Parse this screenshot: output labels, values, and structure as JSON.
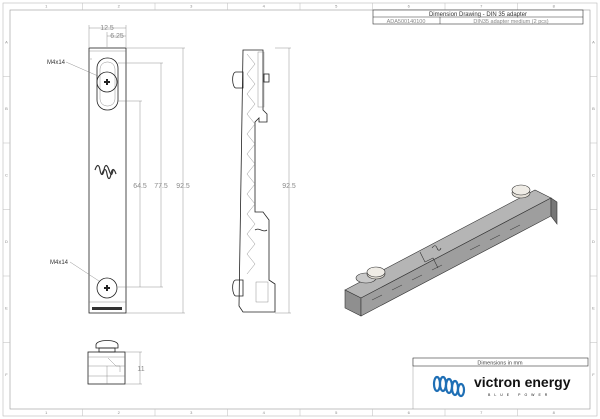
{
  "title_block": {
    "title": "Dimension Drawing - DIN 35 adapter",
    "part_number": "ADA500140100",
    "description": "DIN35 adapter medium (2 pcs)"
  },
  "units_note": "Dimensions in mm",
  "logo": {
    "brand": "victron energy",
    "tagline": "BLUE POWER",
    "color": "#1f6fb5"
  },
  "zones": {
    "columns": [
      "1",
      "2",
      "3",
      "4",
      "5",
      "6",
      "7",
      "8"
    ],
    "rows": [
      "A",
      "B",
      "C",
      "D",
      "E",
      "F"
    ]
  },
  "front_view": {
    "width_dim": "12.5",
    "half_width_dim": "6.25",
    "screw_top_label": "M4x14",
    "screw_bottom_label": "M4x14",
    "dims": [
      "64.5",
      "77.5",
      "92.5"
    ]
  },
  "side_view": {
    "height_dim": "92.5"
  },
  "bottom_view": {
    "height_dim": "11"
  },
  "colors": {
    "line": "#222222",
    "dimension": "#8a8a8a",
    "part_3d": "#a8a8a8"
  }
}
